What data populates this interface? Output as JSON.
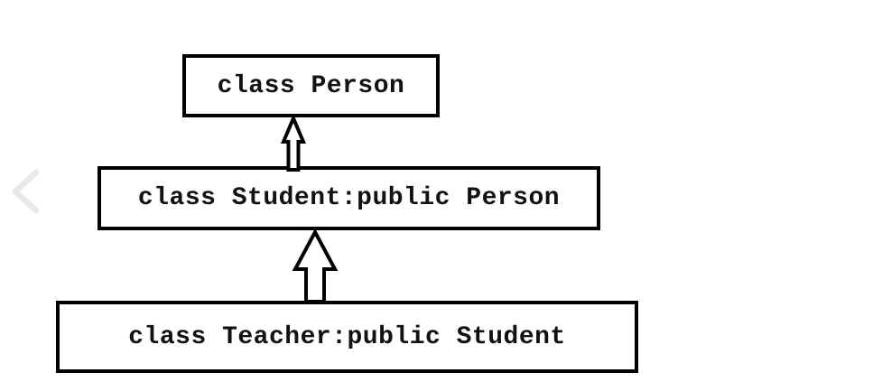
{
  "diagram": {
    "type": "class-inheritance",
    "nodes": [
      {
        "id": "person",
        "label": "class Person"
      },
      {
        "id": "student",
        "label": "class Student:public Person"
      },
      {
        "id": "teacher",
        "label": "class Teacher:public Student"
      }
    ],
    "edges": [
      {
        "from": "student",
        "to": "person",
        "type": "inheritance",
        "style": "hollow-block-arrow-up"
      },
      {
        "from": "teacher",
        "to": "student",
        "type": "inheritance",
        "style": "hollow-block-arrow-up"
      }
    ],
    "colors": {
      "background": "#ffffff",
      "box_border": "#000000",
      "box_fill": "#ffffff",
      "text": "#121212",
      "arrow_stroke": "#000000",
      "arrow_fill": "#ffffff",
      "chevron": "#e8e8e8"
    }
  },
  "viewer": {
    "icons": {
      "prev_chevron": "‹"
    }
  }
}
